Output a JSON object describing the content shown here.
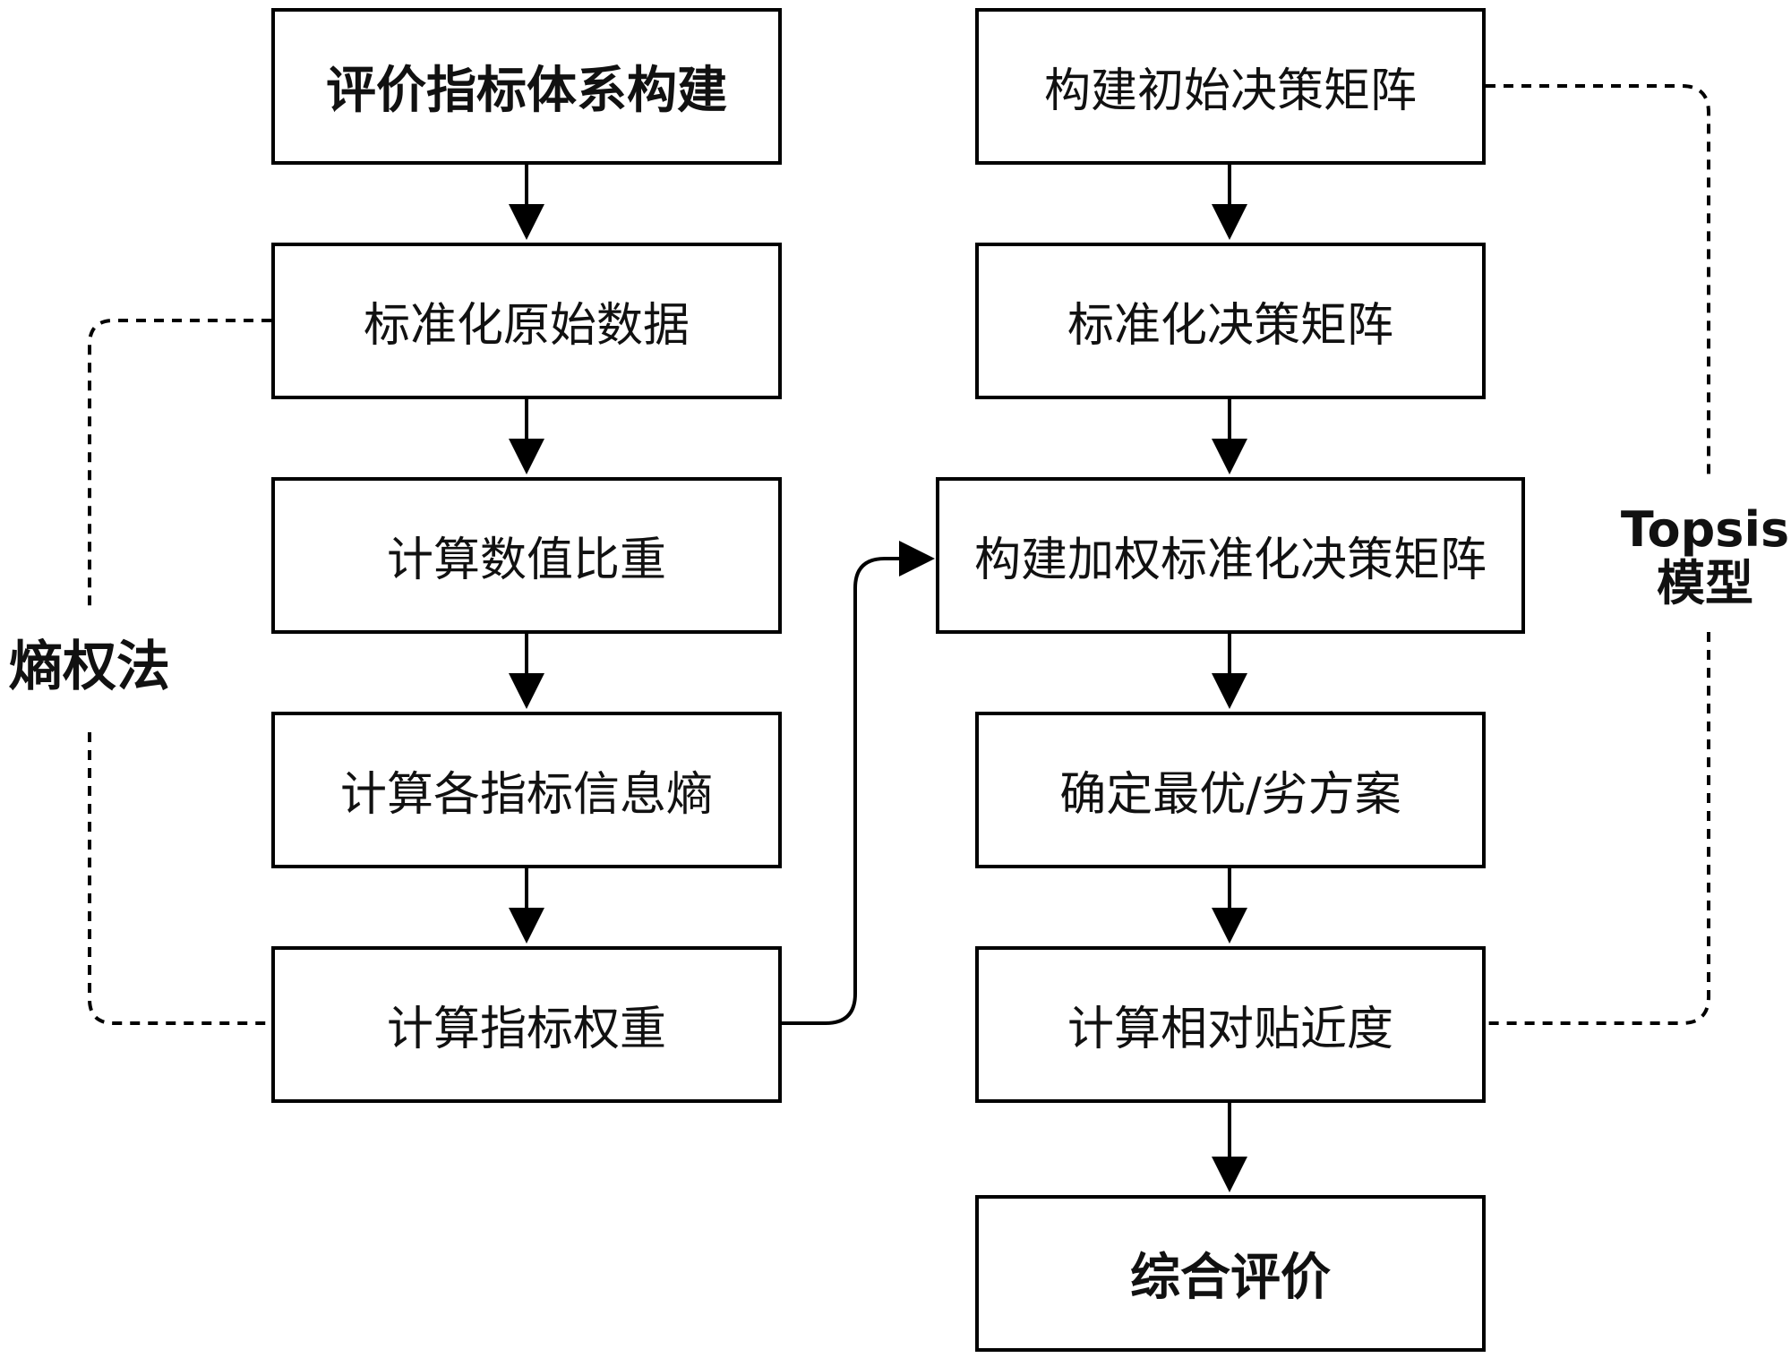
{
  "left_column": {
    "step1": "评价指标体系构建",
    "step2": "标准化原始数据",
    "step3": "计算数值比重",
    "step4": "计算各指标信息熵",
    "step5": "计算指标权重"
  },
  "right_column": {
    "step1": "构建初始决策矩阵",
    "step2": "标准化决策矩阵",
    "step3": "构建加权标准化决策矩阵",
    "step4": "确定最优/劣方案",
    "step5": "计算相对贴近度",
    "step6": "综合评价"
  },
  "group_labels": {
    "entropy_method": "熵权法",
    "topsis_line1": "Topsis",
    "topsis_line2": "模型"
  }
}
